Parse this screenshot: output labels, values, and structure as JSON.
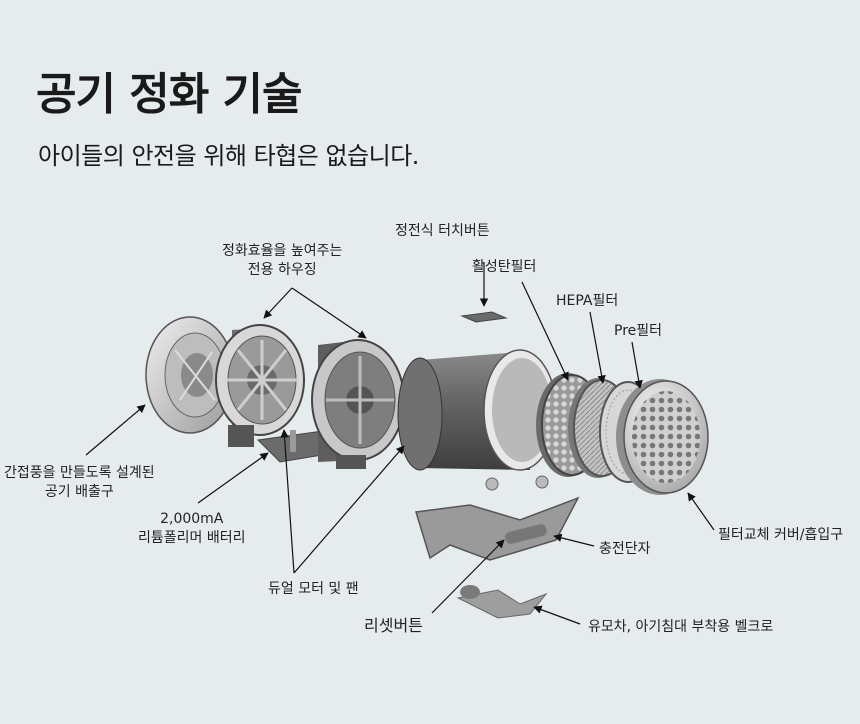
{
  "header": {
    "title": "공기 정화 기술",
    "subtitle": "아이들의 안전을 위해 타협은 없습니다."
  },
  "labels": {
    "housing_line1": "정화효율을 높여주는",
    "housing_line2": "전용 하우징",
    "touch_button": "정전식 터치버튼",
    "carbon_filter": "활성탄필터",
    "hepa_filter": "HEPA필터",
    "pre_filter": "Pre필터",
    "outlet_line1": "간접풍을 만들도록 설계된",
    "outlet_line2": "공기 배출구",
    "battery_line1": "2,000mA",
    "battery_line2": "리튬폴리머 배터리",
    "filter_cover": "필터교체 커버/흡입구",
    "charge_port": "충전단자",
    "motor_fan": "듀얼 모터 및 팬",
    "reset_button": "리셋버튼",
    "velcro": "유모차, 아기침대 부착용 벨크로"
  },
  "colors": {
    "background": "#e6ebee",
    "metal_dark": "#5a5a5a",
    "metal_mid": "#8c8c8c",
    "metal_light": "#c8c8c8",
    "leader_line": "#111111"
  }
}
